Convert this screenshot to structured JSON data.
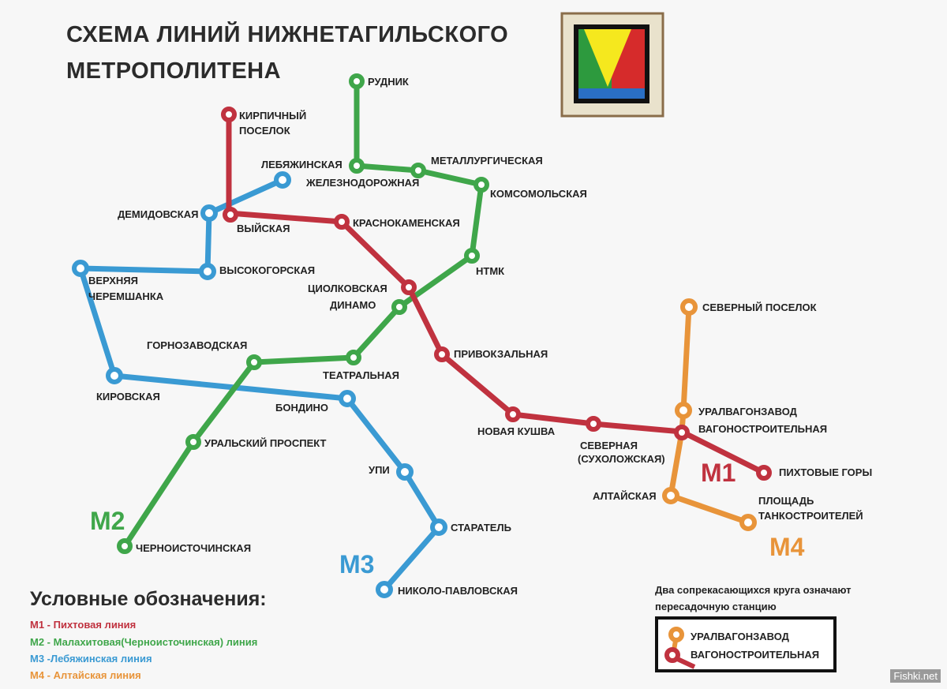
{
  "title": {
    "line1": "СХЕМА ЛИНИЙ НИЖНЕТАГИЛЬСКОГО",
    "line2": "МЕТРОПОЛИТЕНА"
  },
  "colors": {
    "M1": "#c0323f",
    "M2": "#3fa64a",
    "M3": "#3a9ad3",
    "M4": "#e8943a",
    "text": "#222222"
  },
  "lines": [
    {
      "id": "M1",
      "label": "M1",
      "name": "Пихтовая линия",
      "color": "#c0323f",
      "stations": [
        "Кирпичный поселок",
        "Выйская",
        "Краснокаменская",
        "Циолковская",
        "Привокзальная",
        "Новая Кушва",
        "Северная (Сухоложская)",
        "Вагоностроительная",
        "Пихтовые горы"
      ]
    },
    {
      "id": "M2",
      "label": "M2",
      "name": "Малахитовая(Черноисточинская) линия",
      "color": "#3fa64a",
      "stations": [
        "Рудник",
        "Железнодорожная",
        "Металлургическая",
        "Комсомольская",
        "НТМК",
        "Динамо",
        "Театральная",
        "Горнозаводская",
        "Уральский проспект",
        "Черноисточинская"
      ]
    },
    {
      "id": "M3",
      "label": "M3",
      "name": "Лебяжинская линия",
      "color": "#3a9ad3",
      "stations": [
        "Лебяжинская",
        "Демидовская",
        "Высокогорская",
        "Верхняя Черемшанка",
        "Кировская",
        "Бондино",
        "УПИ",
        "Старатель",
        "Николо-Павловская"
      ]
    },
    {
      "id": "M4",
      "label": "M4",
      "name": "Алтайская линия",
      "color": "#e8943a",
      "stations": [
        "Северный поселок",
        "Уралвагонзавод",
        "Алтайская",
        "Площадь Танкостроителей"
      ]
    }
  ],
  "station_labels": {
    "rudnik": "РУДНИК",
    "kirpichny1": "КИРПИЧНЫЙ",
    "kirpichny2": "ПОСЕЛОК",
    "lebyazhinskaya": "ЛЕБЯЖИНСКАЯ",
    "zheleznodorozhnaya": "ЖЕЛЕЗНОДОРОЖНАЯ",
    "metallurgicheskaya": "МЕТАЛЛУРГИЧЕСКАЯ",
    "komsomolskaya": "КОМСОМОЛЬСКАЯ",
    "demidovskaya": "ДЕМИДОВСКАЯ",
    "vyiskaya": "ВЫЙСКАЯ",
    "krasnokamenskaya": "КРАСНОКАМЕНСКАЯ",
    "ntmk": "НТМК",
    "verkhnyaya1": "ВЕРХНЯЯ",
    "verkhnyaya2": "ЧЕРЕМШАНКА",
    "vysokogorskaya": "ВЫСОКОГОРСКАЯ",
    "tsiolkovskaya": "ЦИОЛКОВСКАЯ",
    "dinamo": "ДИНАМО",
    "severny_poselok": "СЕВЕРНЫЙ ПОСЕЛОК",
    "gornozavodskaya": "ГОРНОЗАВОДСКАЯ",
    "privokzalnaya": "ПРИВОКЗАЛЬНАЯ",
    "teatralnaya": "ТЕАТРАЛЬНАЯ",
    "kirovskaya": "КИРОВСКАЯ",
    "bondino": "БОНДИНО",
    "uralvagonzavod": "УРАЛВАГОНЗАВОД",
    "vagonostroitelnaya": "ВАГОНОСТРОИТЕЛЬНАЯ",
    "novaya_kushva": "НОВАЯ КУШВА",
    "severnaya1": "СЕВЕРНАЯ",
    "severnaya2": "(СУХОЛОЖСКАЯ)",
    "uralsky": "УРАЛЬСКИЙ ПРОСПЕКТ",
    "upi": "УПИ",
    "pikhtovye": "ПИХТОВЫЕ ГОРЫ",
    "altaiskaya": "АЛТАЙСКАЯ",
    "ploshchad1": "ПЛОЩАДЬ",
    "ploshchad2": "ТАНКОСТРОИТЕЛЕЙ",
    "staratel": "СТАРАТЕЛЬ",
    "chernoistochinskaya": "ЧЕРНОИСТОЧИНСКАЯ",
    "nikolo": "НИКОЛО-ПАВЛОВСКАЯ"
  },
  "line_labels": {
    "M1": "M1",
    "M2": "M2",
    "M3": "M3",
    "M4": "M4"
  },
  "legend": {
    "title": "Условные обозначения:",
    "items": [
      "M1 - Пихтовая линия",
      "M2 - Малахитовая(Черноисточинская) линия",
      "M3 -Лебяжинская линия",
      "M4 - Алтайская линия"
    ]
  },
  "note": {
    "line1": "Два сопрекасающихся круга означают",
    "line2": "пересадочную станцию",
    "example_top": "УРАЛВАГОНЗАВОД",
    "example_bottom": "ВАГОНОСТРОИТЕЛЬНАЯ"
  },
  "watermark": "Fishki.net"
}
